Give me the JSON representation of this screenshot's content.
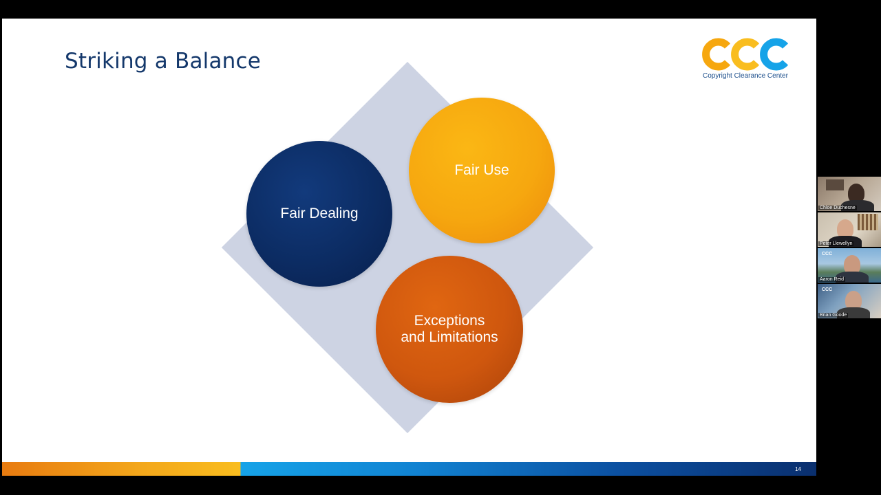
{
  "slide": {
    "title": "Striking a Balance",
    "page_number": "14",
    "logo": {
      "mark": "CCC",
      "text": "Copyright Clearance Center"
    },
    "circles": {
      "fair_dealing": "Fair Dealing",
      "fair_use": "Fair Use",
      "exceptions_line1": "Exceptions",
      "exceptions_line2": "and Limitations"
    }
  },
  "participants": [
    {
      "name": "Chloe Duchesne"
    },
    {
      "name": "Peter Llewellyn"
    },
    {
      "name": "Aaron Reid",
      "badge": "CCC"
    },
    {
      "name": "Brian Goode",
      "badge": "CCC"
    }
  ],
  "colors": {
    "navy": "#0c2c63",
    "gold": "#f6a70f",
    "orange": "#cf570e",
    "diamond": "#cdd3e3",
    "title": "#14386b"
  }
}
